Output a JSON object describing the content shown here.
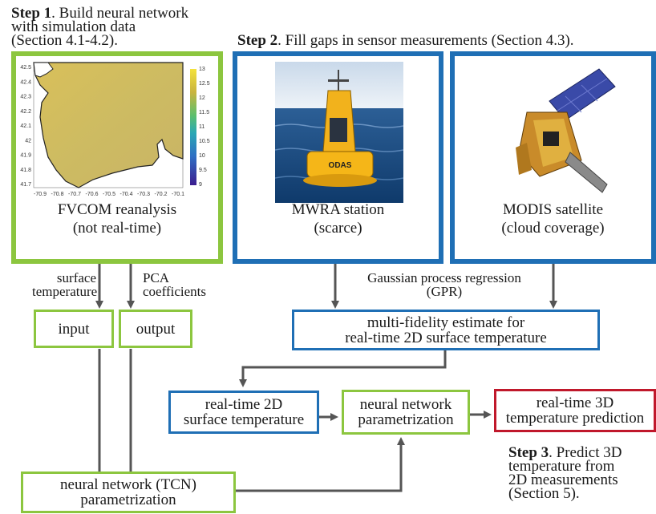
{
  "step1": {
    "bold": "Step 1",
    "line1_rest": ". Build neural network",
    "line2": "with simulation data",
    "line3": "(Section 4.1-4.2)."
  },
  "step2": {
    "bold": "Step 2",
    "rest": ". Fill gaps in sensor measurements (Section 4.3)."
  },
  "step3": {
    "bold": "Step 3",
    "line1_rest": ". Predict 3D",
    "line2": "temperature from",
    "line3": "2D measurements",
    "line4": "(Section 5)."
  },
  "fvcom": {
    "line1": "FVCOM reanalysis",
    "line2": "(not real-time)",
    "y_ticks": [
      "42.5",
      "42.4",
      "42.3",
      "42.2",
      "42.1",
      "42",
      "41.9",
      "41.8",
      "41.7"
    ],
    "x_ticks": [
      "-70.9",
      "-70.8",
      "-70.7",
      "-70.6",
      "-70.5",
      "-70.4",
      "-70.3",
      "-70.2",
      "-70.1"
    ],
    "cbar_ticks": [
      "13",
      "12.5",
      "12",
      "11.5",
      "11",
      "10.5",
      "10",
      "9.5",
      "9"
    ]
  },
  "mwra": {
    "line1": "MWRA station",
    "line2": "(scarce)",
    "buoy_text": "ODAS"
  },
  "modis": {
    "line1": "MODIS satellite",
    "line2": "(cloud coverage)"
  },
  "arrows_text": {
    "surface_line1": "surface",
    "surface_line2": "temperature",
    "pca_line1": "PCA",
    "pca_line2": "coefficients",
    "gpr_line1": "Gaussian process regression",
    "gpr_line2": "(GPR)"
  },
  "boxes": {
    "input": "input",
    "output": "output",
    "multi_line1": "multi-fidelity estimate for",
    "multi_line2": "real-time 2D surface temperature",
    "rt2d_line1": "real-time 2D",
    "rt2d_line2": "surface temperature",
    "nnp_line1": "neural network",
    "nnp_line2": "parametrization",
    "rt3d_line1": "real-time 3D",
    "rt3d_line2": "temperature prediction",
    "tcn_line1": "neural network (TCN)",
    "tcn_line2": "parametrization"
  },
  "colors": {
    "green": "#8cc63f",
    "blue": "#1f6fb5",
    "red": "#c0182b",
    "arrow": "#555555"
  }
}
